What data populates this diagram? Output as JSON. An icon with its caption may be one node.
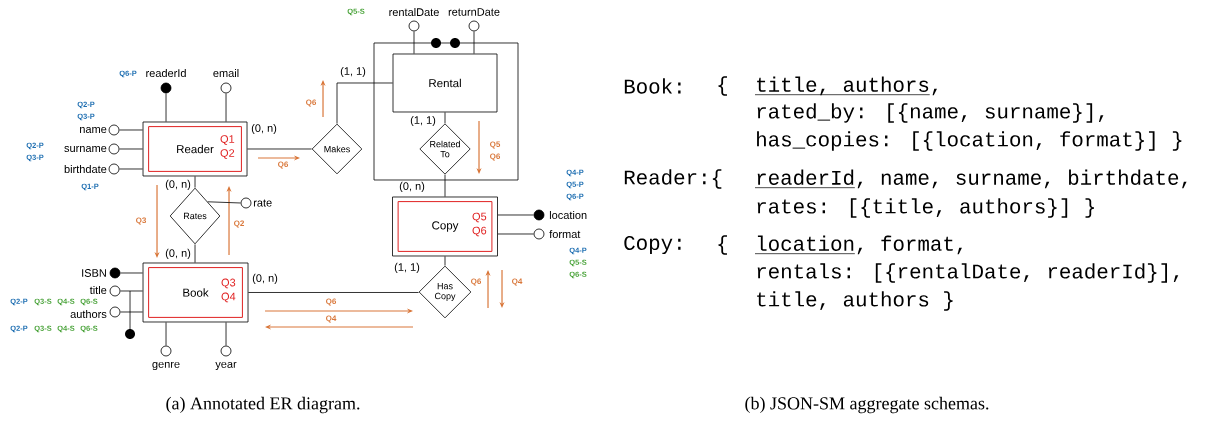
{
  "diagram": {
    "nodes": [
      {
        "text": [],
        "shape": "box"
      },
      {
        "text": [
          "Rental"
        ],
        "in": 0
      },
      {
        "text": [
          "Related To"
        ],
        "in": 0
      },
      {
        "text": [
          "Reader",
          "Q1 Q2"
        ]
      },
      {
        "text": [
          "Makes"
        ]
      },
      {
        "text": [
          "Rates"
        ]
      },
      {
        "text": [
          "Copy",
          "Q5 Q6"
        ]
      },
      {
        "text": [
          "Book",
          "Q3 Q4"
        ]
      },
      {
        "text": [
          "Has Copy"
        ]
      },
      {
        "text": [],
        "shape": "dot",
        "beside": [
          "readerId"
        ]
      },
      {
        "text": [],
        "shape": "circle",
        "beside": [
          "email"
        ]
      },
      {
        "text": [],
        "shape": "circle",
        "beside": [
          "name"
        ]
      },
      {
        "text": [],
        "shape": "circle",
        "beside": [
          "surname"
        ]
      },
      {
        "text": [],
        "shape": "circle",
        "beside": [
          "birthdate"
        ]
      },
      {
        "text": [],
        "shape": "circle",
        "beside": [
          "rate"
        ]
      },
      {
        "text": [],
        "shape": "dot",
        "beside": [
          "ISBN"
        ]
      },
      {
        "text": [],
        "shape": "circle",
        "beside": [
          "title"
        ]
      },
      {
        "text": [],
        "shape": "circle",
        "beside": [
          "authors"
        ]
      },
      {
        "text": [],
        "shape": "circle",
        "beside": [
          "genre"
        ]
      },
      {
        "text": [],
        "shape": "circle",
        "beside": [
          "year"
        ]
      },
      {
        "text": [],
        "shape": "circle",
        "beside": [
          "rentalDate"
        ]
      },
      {
        "text": [],
        "shape": "circle",
        "beside": [
          "returnDate"
        ]
      },
      {
        "text": [],
        "shape": "dot",
        "beside": [
          "location"
        ]
      },
      {
        "text": [],
        "shape": "circle",
        "beside": [
          "format"
        ]
      }
    ],
    "edges": [
      {
        "from": 3,
        "to": 4,
        "arrow": "none",
        "label": "(0, n)"
      },
      {
        "from": 4,
        "to": 1,
        "arrow": "none",
        "label": "(1, 1)"
      },
      {
        "from": 1,
        "to": 2,
        "arrow": "none",
        "label": "(1, 1)"
      },
      {
        "from": 2,
        "to": 6,
        "arrow": "none",
        "label": "(0, n)"
      },
      {
        "from": 3,
        "to": 5,
        "arrow": "none",
        "label": "(0, n)"
      },
      {
        "from": 5,
        "to": 7,
        "arrow": "none",
        "label": "(0, n)"
      },
      {
        "from": 7,
        "to": 8,
        "arrow": "none",
        "label": "(0, n)"
      },
      {
        "from": 8,
        "to": 6,
        "arrow": "none",
        "label": "(1, 1)"
      },
      {
        "from": 9,
        "to": 3,
        "arrow": "none"
      },
      {
        "from": 10,
        "to": 3,
        "arrow": "none"
      },
      {
        "from": 11,
        "to": 3,
        "arrow": "none"
      },
      {
        "from": 12,
        "to": 3,
        "arrow": "none"
      },
      {
        "from": 13,
        "to": 3,
        "arrow": "none"
      },
      {
        "from": 14,
        "to": 5,
        "arrow": "none"
      },
      {
        "from": 15,
        "to": 7,
        "arrow": "none"
      },
      {
        "from": 16,
        "to": 7,
        "arrow": "none"
      },
      {
        "from": 17,
        "to": 7,
        "arrow": "none"
      },
      {
        "from": 18,
        "to": 7,
        "arrow": "none"
      },
      {
        "from": 19,
        "to": 7,
        "arrow": "none"
      },
      {
        "from": 20,
        "to": 1,
        "arrow": "none"
      },
      {
        "from": 21,
        "to": 1,
        "arrow": "none"
      },
      {
        "from": 22,
        "to": 6,
        "arrow": "none"
      },
      {
        "from": 23,
        "to": 6,
        "arrow": "none"
      }
    ],
    "labels": [
      "Q5-S",
      "Q6-P",
      "Q2-P",
      "Q3-P",
      "Q2-P",
      "Q3-P",
      "Q1-P",
      "Q6",
      "Q6",
      "Q5",
      "Q6",
      "Q4-P",
      "Q5-P",
      "Q6-P",
      "Q3",
      "Q2",
      "Q4-P",
      "Q5-S",
      "Q6-S",
      "Q2-P",
      "Q3-S",
      "Q4-S",
      "Q6-S",
      "Q2-P",
      "Q3-S",
      "Q4-S",
      "Q6-S",
      "Q6",
      "Q4",
      "Q6",
      "Q4",
      "(a) Annotated ER diagram.",
      "(b) JSON-SM aggregate schemas.",
      "Book:",
      "{",
      "title, authors,",
      "rated_by: [{name, surname}],",
      "has_copies: [{location, format}] }",
      "Reader:{",
      "readerId, name, surname, birthdate,",
      "rates: [{title, authors}] }",
      "Copy:",
      "{",
      "location, format,",
      "rentals: [{rentalDate, readerId}],",
      "title, authors }"
    ]
  }
}
